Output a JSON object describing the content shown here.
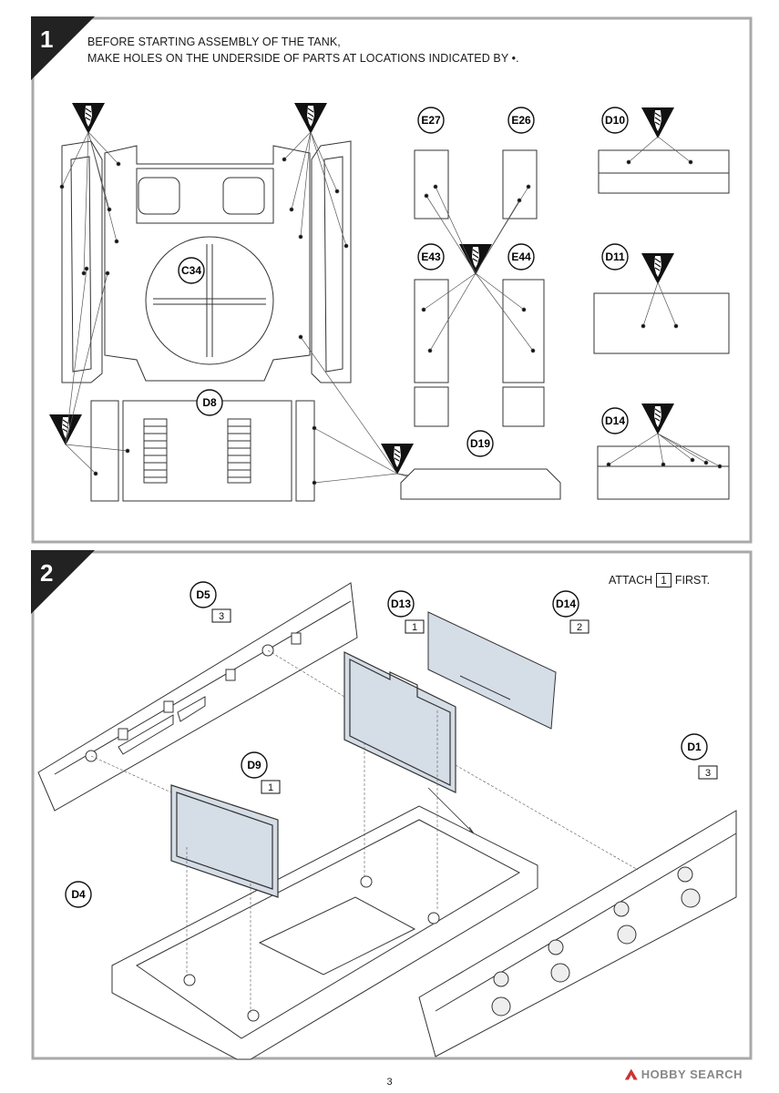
{
  "step1": {
    "number": "1",
    "instruction_line1": "BEFORE STARTING ASSEMBLY OF THE TANK,",
    "instruction_line2": "MAKE HOLES ON THE UNDERSIDE OF PARTS AT LOCATIONS INDICATED BY •.",
    "parts": [
      "C34",
      "D8",
      "E27",
      "E26",
      "E43",
      "E44",
      "D10",
      "D11",
      "D14",
      "D19"
    ]
  },
  "step2": {
    "number": "2",
    "attach_prefix": "ATTACH",
    "attach_step": "1",
    "attach_suffix": "FIRST.",
    "parts": [
      {
        "id": "D5",
        "order": "3"
      },
      {
        "id": "D13",
        "order": "1"
      },
      {
        "id": "D14",
        "order": "2"
      },
      {
        "id": "D1",
        "order": "3"
      },
      {
        "id": "D9",
        "order": "1"
      },
      {
        "id": "D4",
        "order": ""
      }
    ]
  },
  "page_number": "3",
  "watermark": "HOBBY SEARCH",
  "colors": {
    "frame_gray": "#a9a9a9",
    "ink": "#1a1a1a",
    "part_fill": "#d5dde6"
  }
}
